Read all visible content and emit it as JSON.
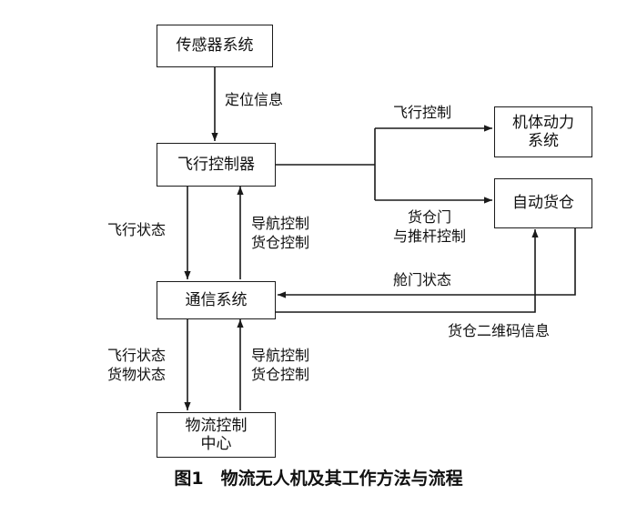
{
  "nodes": {
    "sensor": "传感器系统",
    "flight_controller": "飞行控制器",
    "body_power": "机体动力\n系统",
    "auto_cargo": "自动货仓",
    "comm_system": "通信系统",
    "logistics_center": "物流控制\n中心"
  },
  "edges": {
    "positioning_info": "定位信息",
    "flight_control": "飞行控制",
    "door_and_rod_control": "货仓门\n与推杆控制",
    "flight_status_up": "飞行状态",
    "nav_cargo_control_down": "导航控制\n货仓控制",
    "hatch_status": "舱门状态",
    "cargo_qr_info": "货仓二维码信息",
    "flight_goods_status": "飞行状态\n货物状态",
    "nav_cargo_control_up": "导航控制\n货仓控制"
  },
  "caption": "图1　物流无人机及其工作方法与流程"
}
